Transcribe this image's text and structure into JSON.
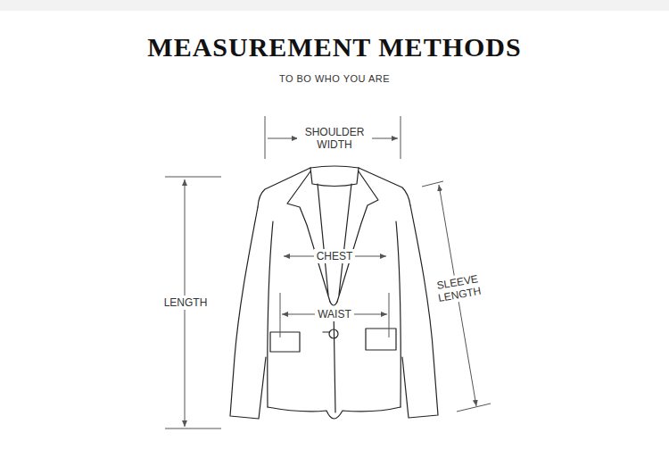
{
  "diagram": {
    "title": "MEASUREMENT METHODS",
    "labels": [
      "TO BO WHO YOU ARE",
      "SHOULDER WIDTH",
      "CHEST",
      "WAIST",
      "LENGTH",
      "SLEEVE LENGTH"
    ]
  }
}
